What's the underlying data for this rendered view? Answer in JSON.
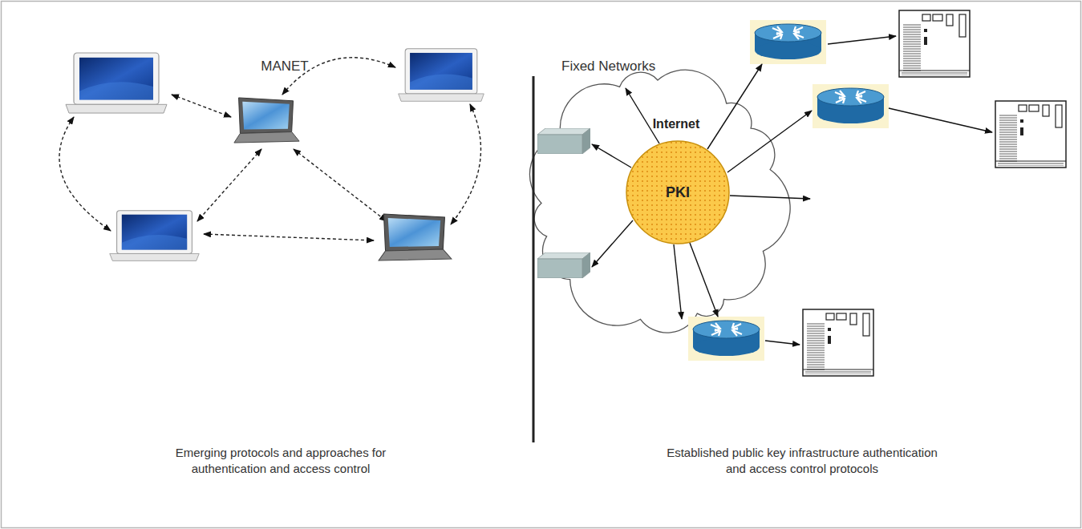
{
  "diagram": {
    "nodes": [
      {
        "text": [
          "Internet"
        ]
      },
      {
        "text": [
          "PKI"
        ],
        "in": 0
      }
    ],
    "labels": [
      "MANET",
      "Fixed Networks",
      "Emerging protocols and approaches for authentication and access control",
      "Established public key infrastructure authentication and access control protocols"
    ]
  }
}
